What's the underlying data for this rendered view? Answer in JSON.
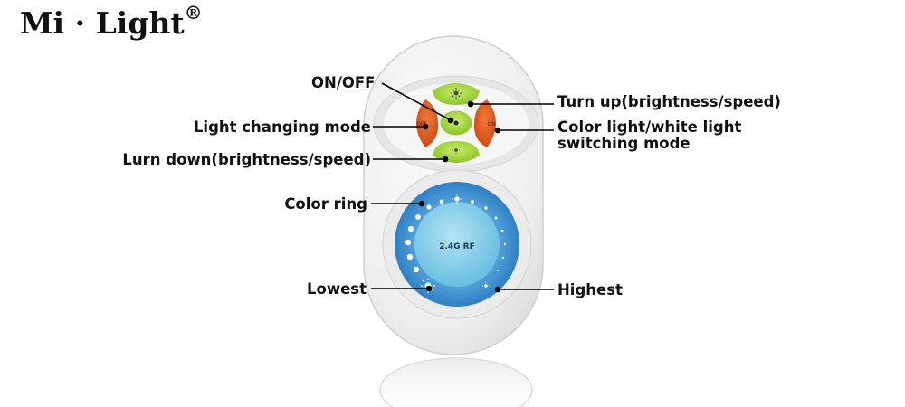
{
  "brand": {
    "name": "Mi",
    "separator": "·",
    "suffix": "Light",
    "registered": "®"
  },
  "labels": {
    "on_off": "ON/OFF",
    "light_changing_mode": "Light changing mode",
    "turn_down": "Lurn down(brightness/speed)",
    "color_ring": "Color ring",
    "lowest": "Lowest",
    "turn_up": "Turn up(brightness/speed)",
    "color_white_line1": "Color light/white light",
    "color_white_line2": "switching mode",
    "highest": "Highest"
  },
  "device": {
    "left_key": "OFF",
    "right_key": "ON",
    "center_logo": "2.4G RF"
  },
  "colors": {
    "green_button": "#a8d83c",
    "orange_button": "#e2581c",
    "ring_blue": "#3d8fd1",
    "center_blue": "#7cc9e8",
    "body_white": "#f1f1f1"
  }
}
